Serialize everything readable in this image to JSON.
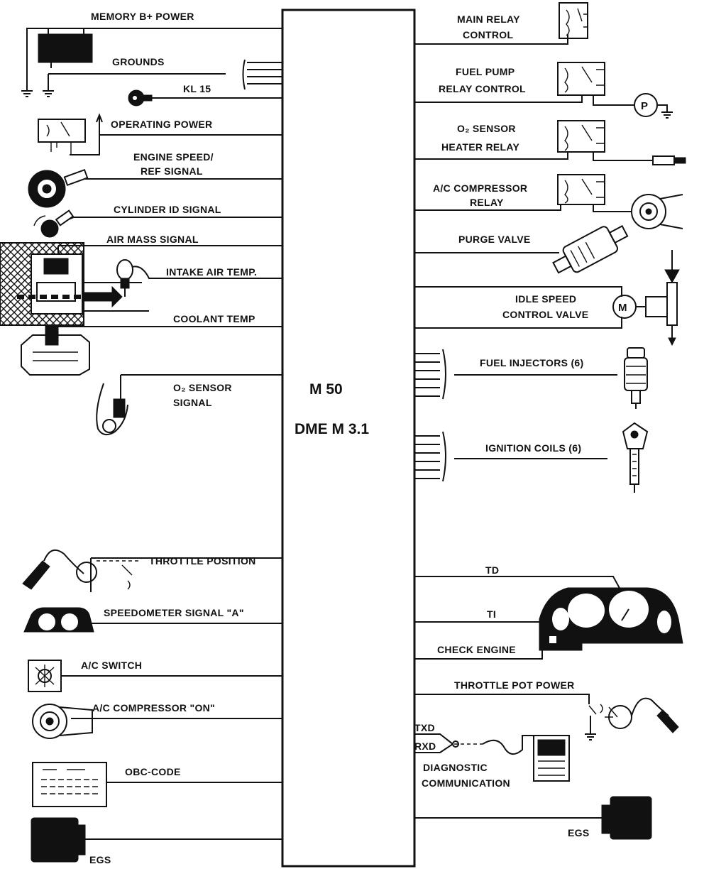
{
  "ecu": {
    "line1": "M 50",
    "line2": "DME M  3.1"
  },
  "left": {
    "memory_power": "MEMORY B+ POWER",
    "grounds": "GROUNDS",
    "kl15": "KL 15",
    "operating_power": "OPERATING POWER",
    "engine_speed_1": "ENGINE SPEED/",
    "engine_speed_2": "REF SIGNAL",
    "cylinder_id": "CYLINDER ID SIGNAL",
    "air_mass": "AIR MASS SIGNAL",
    "intake_temp": "INTAKE AIR TEMP.",
    "coolant_temp": "COOLANT TEMP",
    "o2_signal_1": "O₂ SENSOR",
    "o2_signal_2": "SIGNAL",
    "throttle_position": "THROTTLE POSITION",
    "speedometer": "SPEEDOMETER SIGNAL \"A\"",
    "ac_switch": "A/C SWITCH",
    "ac_compressor_on": "A/C COMPRESSOR \"ON\"",
    "obc_code": "OBC-CODE",
    "egs": "EGS"
  },
  "right": {
    "main_relay_1": "MAIN RELAY",
    "main_relay_2": "CONTROL",
    "fuel_pump_1": "FUEL PUMP",
    "fuel_pump_2": "RELAY CONTROL",
    "pump_symbol": "P",
    "o2_heater_1": "O₂ SENSOR",
    "o2_heater_2": "HEATER RELAY",
    "ac_relay_1": "A/C COMPRESSOR",
    "ac_relay_2": "RELAY",
    "purge_valve": "PURGE VALVE",
    "idle_valve_1": "IDLE SPEED",
    "idle_valve_2": "CONTROL VALVE",
    "motor_symbol": "M",
    "fuel_injectors": "FUEL INJECTORS (6)",
    "ignition_coils": "IGNITION COILS (6)",
    "td": "TD",
    "ti": "TI",
    "check_engine": "CHECK ENGINE",
    "throttle_pot_power": "THROTTLE POT POWER",
    "txd": "TXD",
    "rxd": "RXD",
    "diag_1": "DIAGNOSTIC",
    "diag_2": "COMMUNICATION",
    "egs": "EGS"
  }
}
